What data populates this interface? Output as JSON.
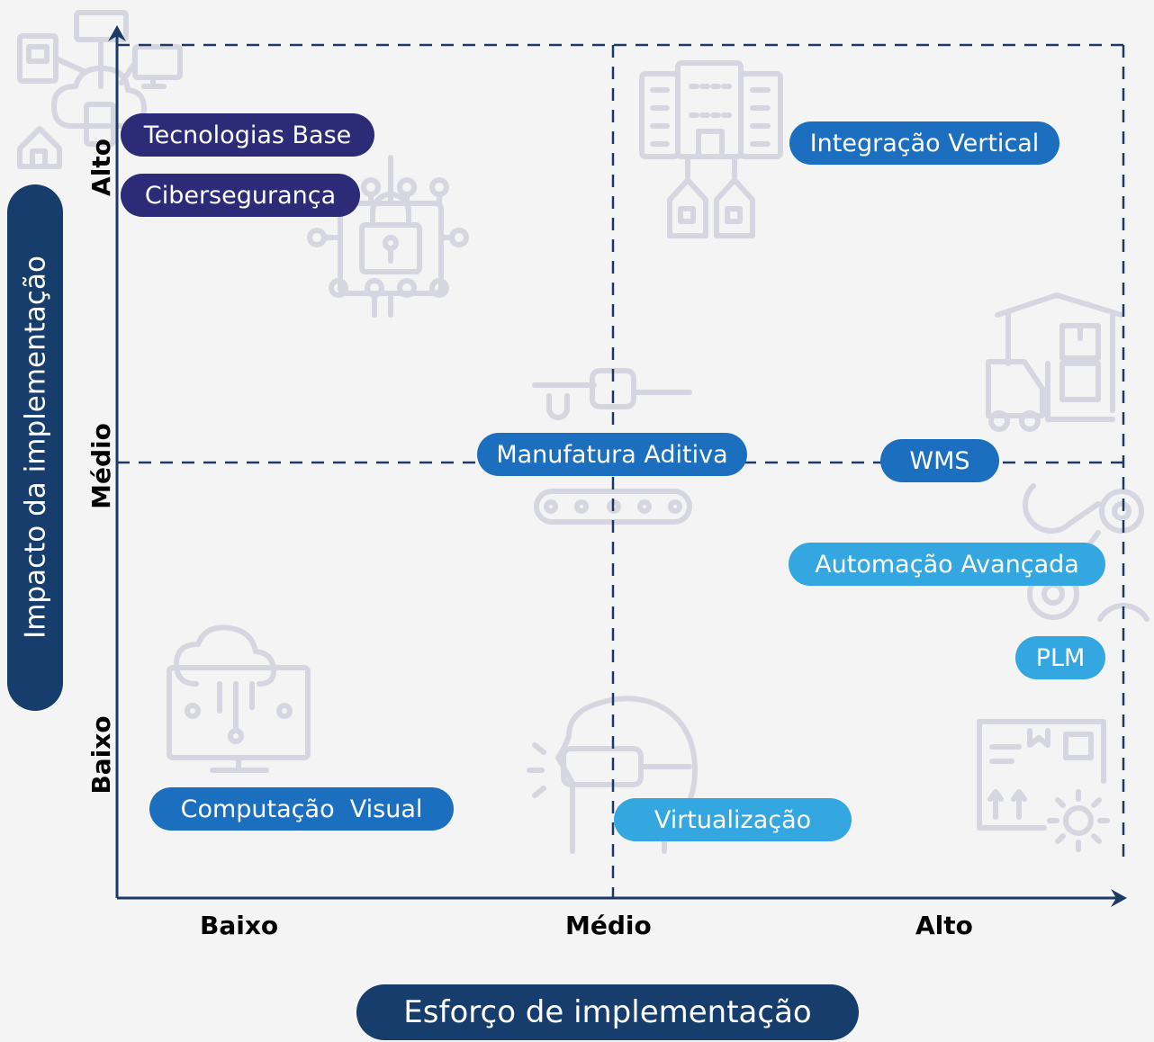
{
  "axes": {
    "x_title": "Esforço de implementação",
    "y_title": "Impacto da implementação",
    "x_ticks": [
      "Baixo",
      "Médio",
      "Alto"
    ],
    "y_ticks": [
      "Baixo",
      "Médio",
      "Alto"
    ]
  },
  "technologies": [
    {
      "label": "Tecnologias Base",
      "effort": "Baixo",
      "impact": "Alto"
    },
    {
      "label": "Cibersegurança",
      "effort": "Baixo",
      "impact": "Alto"
    },
    {
      "label": "Integração Vertical",
      "effort": "Alto",
      "impact": "Alto"
    },
    {
      "label": "Manufatura Aditiva",
      "effort": "Médio",
      "impact": "Médio"
    },
    {
      "label": "WMS",
      "effort": "Alto",
      "impact": "Médio"
    },
    {
      "label": "Automação Avançada",
      "effort": "Alto",
      "impact": "Médio"
    },
    {
      "label": "PLM",
      "effort": "Alto",
      "impact": "Baixo"
    },
    {
      "label": "Computação  Visual",
      "effort": "Baixo",
      "impact": "Baixo"
    },
    {
      "label": "Virtualização",
      "effort": "Médio",
      "impact": "Baixo"
    }
  ],
  "colors": {
    "background": "#f4f4f4",
    "axis": "#1b3a66",
    "grid_dash": "#1b3a66",
    "title_box": "#163d6b",
    "purple": "#2b2b78",
    "blue": "#1c6fbf",
    "light_blue": "#34a7e0",
    "icon": "#d6d6e0"
  },
  "icons": [
    "smart-home-network-icon",
    "cyber-lock-circuit-icon",
    "factory-buildings-icon",
    "warehouse-forklift-icon",
    "3d-printer-conveyor-icon",
    "robot-arm-icon",
    "cloud-computer-icon",
    "vr-headset-head-icon",
    "product-box-gear-icon"
  ]
}
